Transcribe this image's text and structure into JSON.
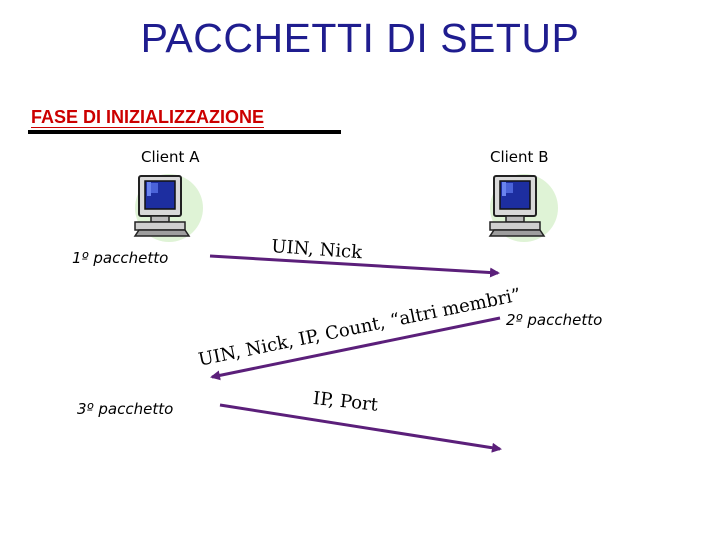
{
  "title": "PACCHETTI DI SETUP",
  "section_heading": "FASE DI INIZIALIZZAZIONE",
  "clients": {
    "a": {
      "label": "Client A",
      "icon": "computer-icon"
    },
    "b": {
      "label": "Client B",
      "icon": "computer-icon"
    }
  },
  "packets": [
    {
      "label": "1º pacchetto",
      "content": "UIN, Nick",
      "direction": "A to B"
    },
    {
      "label": "2º pacchetto",
      "content": "UIN, Nick, IP, Count, “altri membri”",
      "direction": "B to A"
    },
    {
      "label": "3º pacchetto",
      "content": "IP, Port",
      "direction": "A to B"
    }
  ],
  "colors": {
    "title": "#1f1d8f",
    "section_heading": "#cc0000",
    "arrow": "#5b1f7a",
    "halo": "#dff3d6"
  }
}
